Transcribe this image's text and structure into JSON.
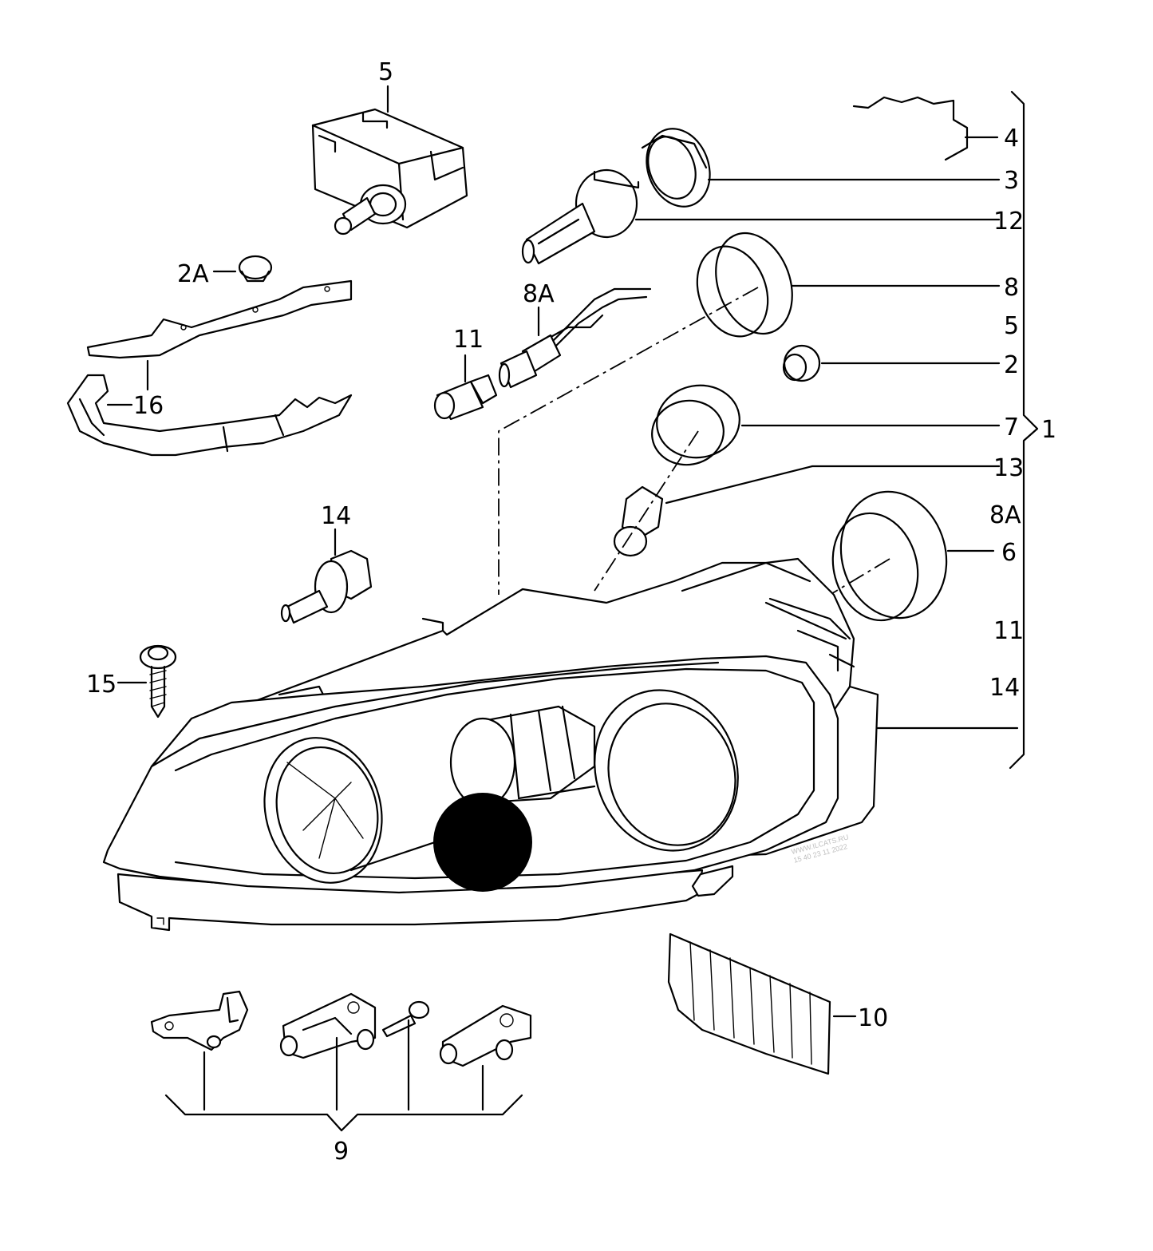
{
  "labels": {
    "5": "5",
    "4": "4",
    "3": "3",
    "12": "12",
    "8": "8",
    "5r": "5",
    "2": "2",
    "7": "7",
    "1": "1",
    "13": "13",
    "8Ar": "8A",
    "6": "6",
    "11r": "11",
    "14r": "14",
    "2A": "2A",
    "8A": "8A",
    "11": "11",
    "16": "16",
    "14": "14",
    "15": "15",
    "10": "10",
    "9": "9"
  },
  "watermark": {
    "line1": "WWW.ILCATS.RU",
    "line2": "15 40 23 11 2022"
  },
  "redaction_color": "#000000"
}
